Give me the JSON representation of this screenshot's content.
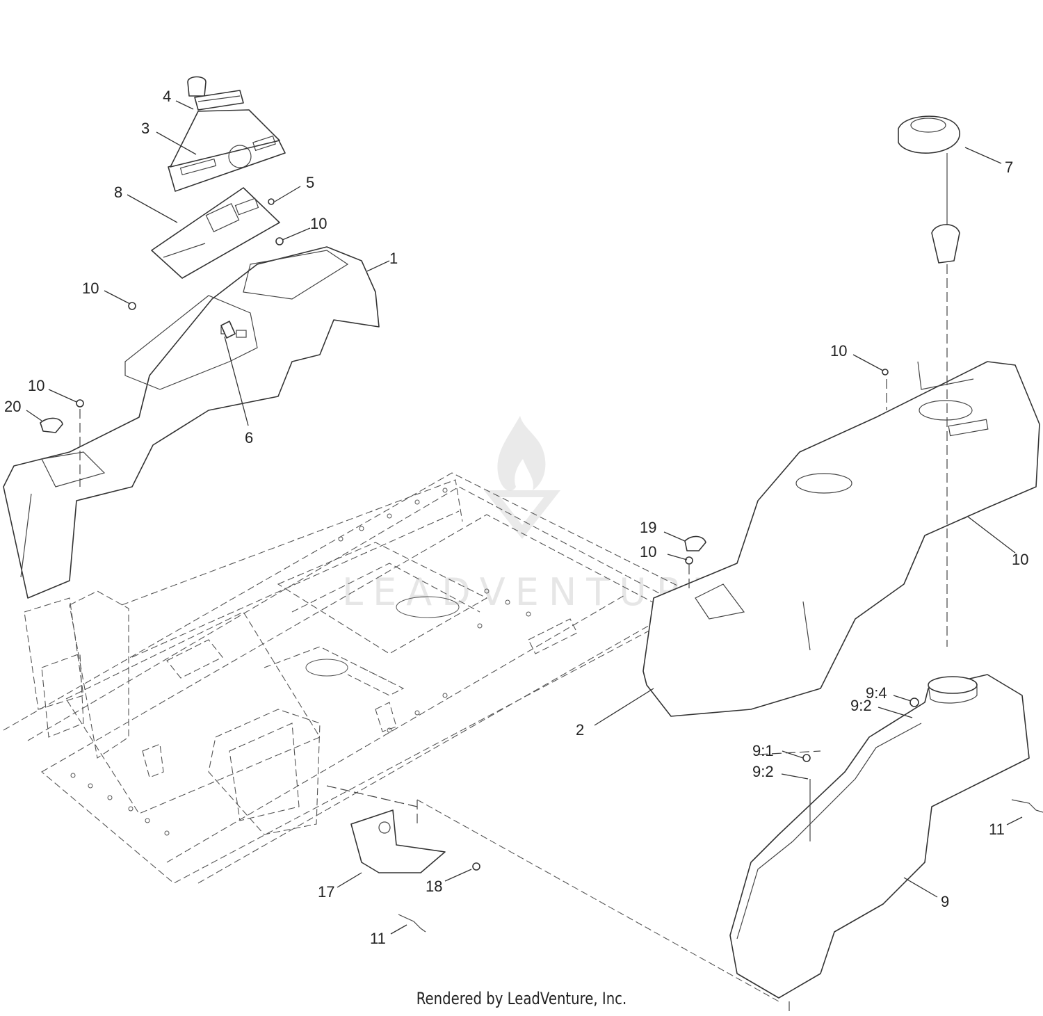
{
  "callouts": [
    {
      "label": "4"
    },
    {
      "label": "3"
    },
    {
      "label": "8"
    },
    {
      "label": "5"
    },
    {
      "label": "10"
    },
    {
      "label": "1"
    },
    {
      "label": "10"
    },
    {
      "label": "10"
    },
    {
      "label": "20"
    },
    {
      "label": "6"
    },
    {
      "label": "7"
    },
    {
      "label": "10"
    },
    {
      "label": "19"
    },
    {
      "label": "10"
    },
    {
      "label": "10"
    },
    {
      "label": "2"
    },
    {
      "label": "9:4"
    },
    {
      "label": "9:2"
    },
    {
      "label": "9:1"
    },
    {
      "label": "9:2"
    },
    {
      "label": "11"
    },
    {
      "label": "9"
    },
    {
      "label": "17"
    },
    {
      "label": "18"
    },
    {
      "label": "11"
    }
  ],
  "watermark": {
    "text": "LEADVENTURE"
  },
  "footer": {
    "text": "Rendered by LeadVenture, Inc."
  }
}
